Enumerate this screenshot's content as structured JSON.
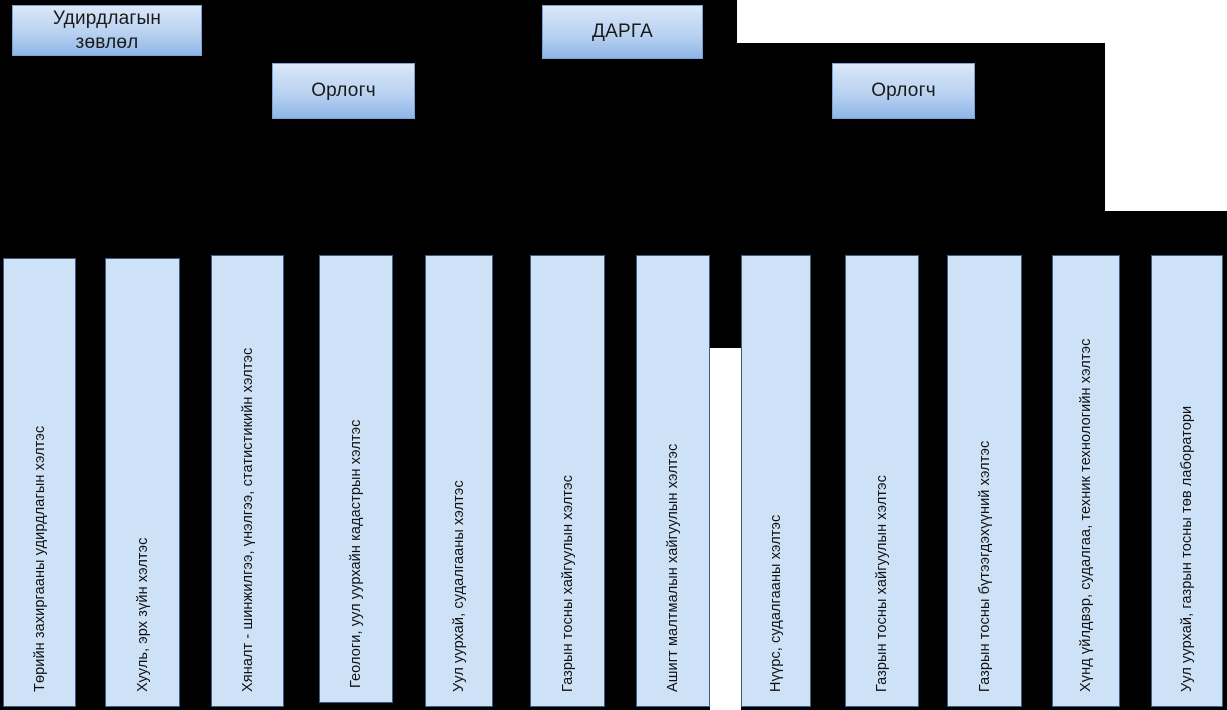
{
  "chart_title": "",
  "colors": {
    "background": "#000000",
    "page": "#ffffff",
    "top_box_fill_light": "#dbe8f8",
    "top_box_fill_dark": "#8fb6e8",
    "top_box_border": "#7ba2d6",
    "dept_box_fill": "#cde2f7",
    "dept_box_border": "#3b5f86",
    "text": "#111111"
  },
  "top_level": {
    "council": {
      "line1": "Удирдлагын",
      "line2": "зөвлөл"
    },
    "chief": {
      "label": "ДАРГА"
    },
    "deputy_left": {
      "label": "Орлогч"
    },
    "deputy_right": {
      "label": "Орлогч"
    }
  },
  "departments": [
    {
      "label": "Төрийн захиргааны удирдлагын хэлтэс"
    },
    {
      "label": "Хууль, эрх зүйн хэлтэс"
    },
    {
      "label": "Хяналт - шинжилгээ, үнэлгээ, статистикийн хэлтэс"
    },
    {
      "label": "Геологи, уул уурхайн кадастрын хэлтэс"
    },
    {
      "label": "Уул уурхай, судалгааны хэлтэс"
    },
    {
      "label": "Газрын тосны хайгуулын хэлтэс"
    },
    {
      "label": "Ашигт малтмалын хайгуулын хэлтэс"
    },
    {
      "label": "Нүүрс, судалгааны хэлтэс"
    },
    {
      "label": "Газрын тосны хайгуулын хэлтэс"
    },
    {
      "label": "Газрын тосны бүтээгдэхүүний хэлтэс"
    },
    {
      "label": "Хүнд үйлдвэр, судалгаа, техник технологийн хэлтэс"
    },
    {
      "label": "Уул уурхай, газрын тосны төв лаборатори"
    }
  ]
}
